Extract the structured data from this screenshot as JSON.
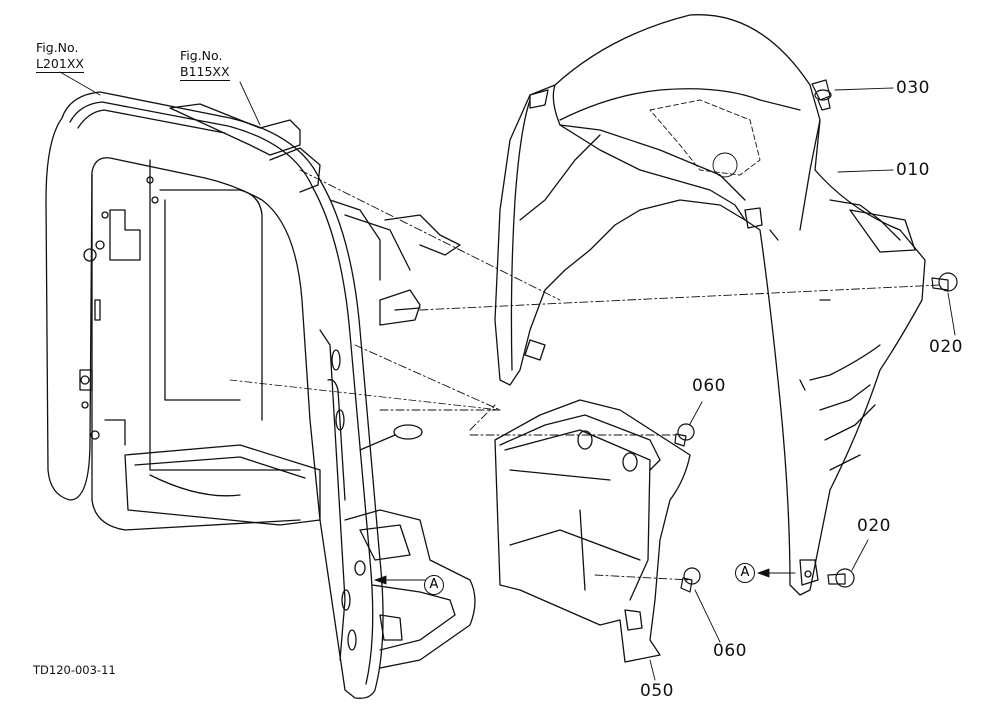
{
  "figure_code": "TD120-003-11",
  "references": {
    "fig_left_title": "Fig.No.",
    "fig_left_code": "L201XX",
    "fig_right_title": "Fig.No.",
    "fig_right_code": "B115XX"
  },
  "part_numbers": {
    "p030": "030",
    "p010": "010",
    "p020_upper": "020",
    "p020_lower": "020",
    "p060_upper": "060",
    "p060_lower": "060",
    "p050": "050"
  },
  "markers": {
    "a_left": "A",
    "a_right": "A"
  }
}
